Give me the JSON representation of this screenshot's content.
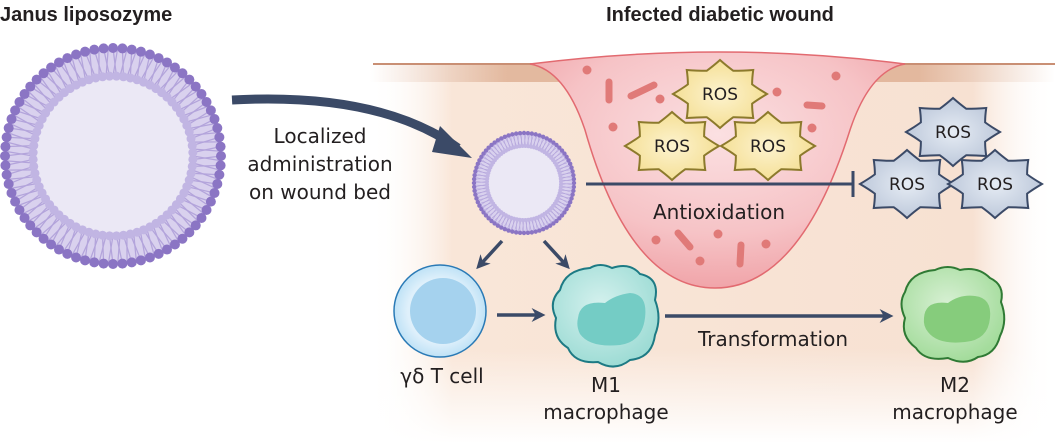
{
  "titles": {
    "left": "Janus liposozyme",
    "right": "Infected diabetic wound"
  },
  "labels": {
    "administration": [
      "Localized",
      "administration",
      "on wound bed"
    ],
    "antioxidation": "Antioxidation",
    "transformation": "Transformation",
    "gd_t_cell": "γδ T cell",
    "m1": [
      "M1",
      "macrophage"
    ],
    "m2": [
      "M2",
      "macrophage"
    ]
  },
  "ros": {
    "text": "ROS",
    "inside_wound_count": 3,
    "inhibited_count": 3
  },
  "colors": {
    "arrow": "#3b4a67",
    "liposome_outer": "#8b75c4",
    "liposome_inner": "#ebe8f5",
    "wound_fill": "#f4b9bc",
    "wound_edge": "#e05a62",
    "bacteria": "#e07a78",
    "ros_active_fill": "#f8e7a6",
    "ros_active_stroke": "#8c7a2c",
    "ros_inhibited_fill": "#cfd8e6",
    "ros_inhibited_stroke": "#3b4a67",
    "t_cell": "#a8d4f0",
    "m1": "#7fcfc8",
    "m2": "#8fd08a",
    "skin": "#f7e1d2"
  }
}
